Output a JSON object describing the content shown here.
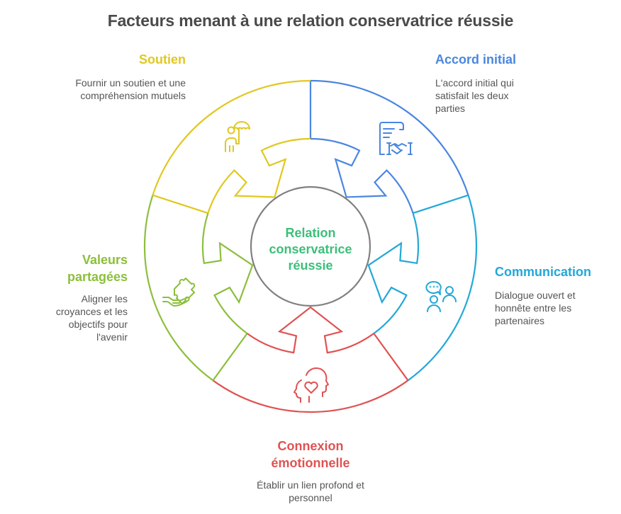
{
  "title": "Facteurs menant à une relation conservatrice réussie",
  "center": {
    "label": "Relation conservatrice réussie",
    "color": "#3cbf7a",
    "ring_color": "#808080"
  },
  "segments": [
    {
      "id": "accord",
      "title": "Accord initial",
      "description": "L'accord initial qui satisfait les deux parties",
      "color": "#4a86e0",
      "icon": "contract-handshake-icon"
    },
    {
      "id": "communication",
      "title": "Communication",
      "description": "Dialogue ouvert et honnête entre les partenaires",
      "color": "#22a8d8",
      "icon": "people-chat-icon"
    },
    {
      "id": "connexion",
      "title": "Connexion émotionnelle",
      "description": "Établir un lien profond et personnel",
      "color": "#e05252",
      "icon": "heads-heart-icon"
    },
    {
      "id": "valeurs",
      "title": "Valeurs partagées",
      "description": "Aligner les croyances et les objectifs pour l'avenir",
      "color": "#8cbf3c",
      "icon": "hand-puzzle-icon"
    },
    {
      "id": "soutien",
      "title": "Soutien",
      "description": "Fournir un soutien et une compréhension mutuels",
      "color": "#e0c820",
      "icon": "person-umbrella-icon"
    }
  ]
}
